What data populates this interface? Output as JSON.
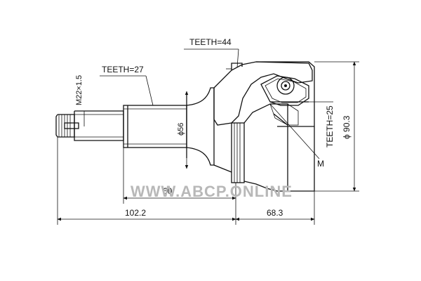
{
  "labels": {
    "teeth_outer": "TEETH=44",
    "teeth_shaft": "TEETH=27",
    "thread": "M22×1.5",
    "teeth_inner": "TEETH=25",
    "dia_shaft": "ϕ56",
    "dia_bell": "ϕ 90.3",
    "m_mark": "M",
    "dim_middle": "60",
    "dim_left": "102.2",
    "dim_right": "68.3"
  },
  "watermark": "WWW.ABCP.ONLINE",
  "colors": {
    "line": "#111111",
    "watermark": "#b8b8b8",
    "background": "#ffffff"
  }
}
